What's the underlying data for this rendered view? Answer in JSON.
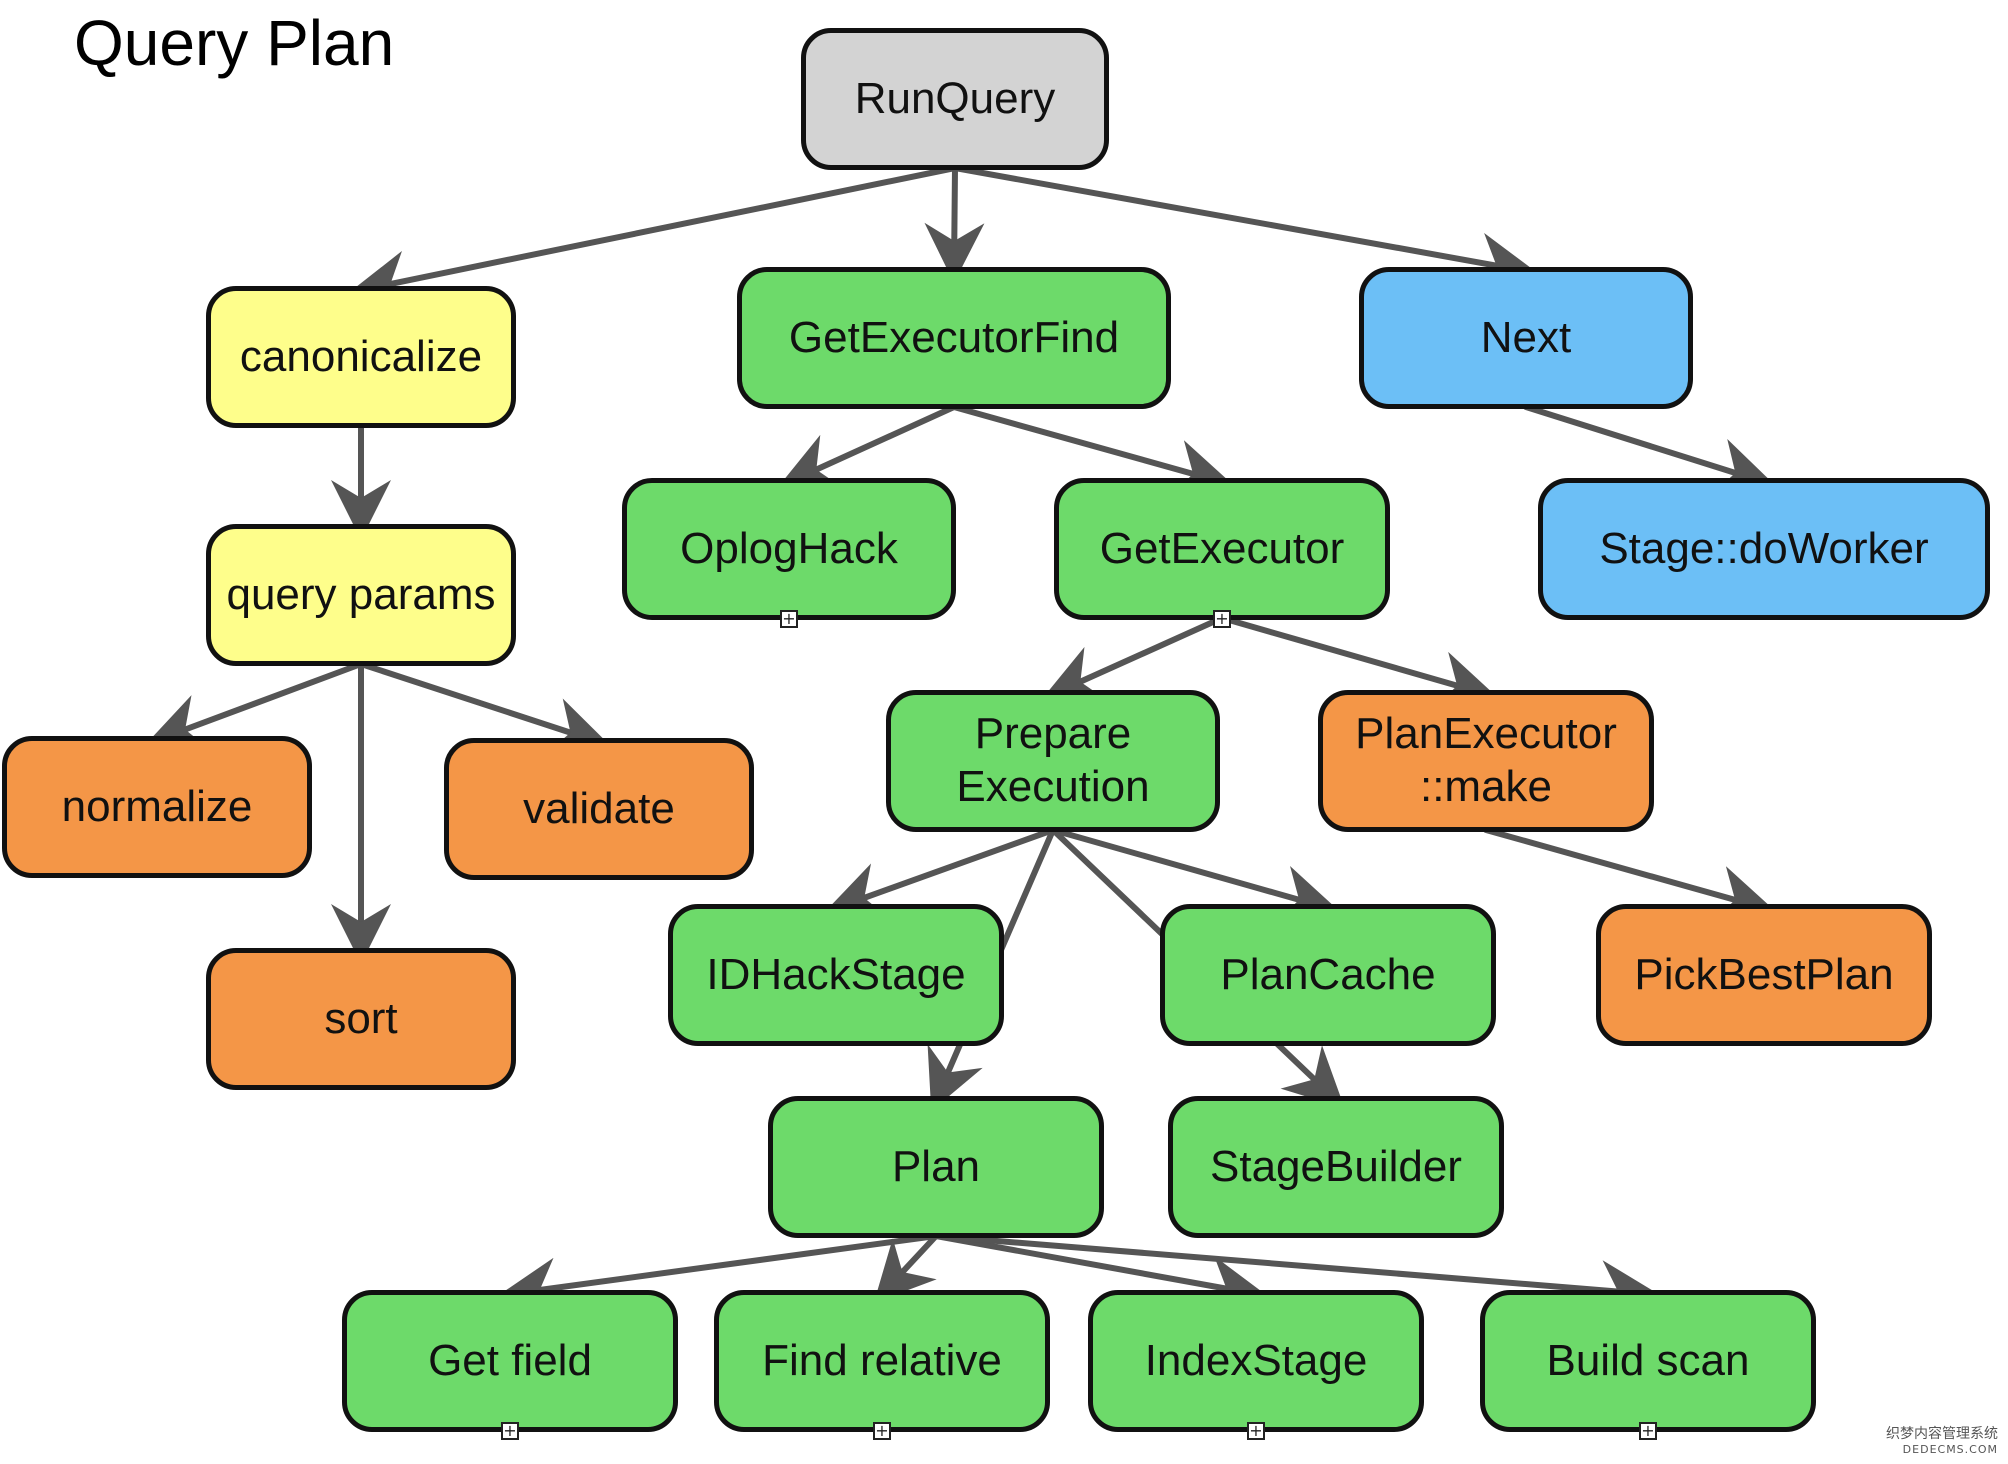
{
  "title": "Query Plan",
  "colors": {
    "gray": "#d3d3d3",
    "yellow": "#fefe8b",
    "green": "#6dda6a",
    "blue": "#6cbff6",
    "orange": "#f49647",
    "edge": "#555555"
  },
  "nodes": {
    "runquery": {
      "label": "RunQuery",
      "color": "gray"
    },
    "canonicalize": {
      "label": "canonicalize",
      "color": "yellow"
    },
    "getexecutorfind": {
      "label": "GetExecutorFind",
      "color": "green"
    },
    "next": {
      "label": "Next",
      "color": "blue"
    },
    "queryparams": {
      "label": "query params",
      "color": "yellow"
    },
    "oploghack": {
      "label": "OplogHack",
      "color": "green",
      "expandable": true
    },
    "getexecutor": {
      "label": "GetExecutor",
      "color": "green",
      "expandable": true
    },
    "stagedoworker": {
      "label": "Stage::doWorker",
      "color": "blue"
    },
    "normalize": {
      "label": "normalize",
      "color": "orange"
    },
    "validate": {
      "label": "validate",
      "color": "orange"
    },
    "prepareexecution": {
      "label": "Prepare\nExecution",
      "color": "green"
    },
    "planexecutormake": {
      "label": "PlanExecutor\n::make",
      "color": "orange"
    },
    "sort": {
      "label": "sort",
      "color": "orange"
    },
    "idhackstage": {
      "label": "IDHackStage",
      "color": "green"
    },
    "plancache": {
      "label": "PlanCache",
      "color": "green"
    },
    "pickbestplan": {
      "label": "PickBestPlan",
      "color": "orange"
    },
    "plan": {
      "label": "Plan",
      "color": "green"
    },
    "stagebuilder": {
      "label": "StageBuilder",
      "color": "green"
    },
    "getfield": {
      "label": "Get field",
      "color": "green",
      "expandable": true
    },
    "findrelative": {
      "label": "Find relative",
      "color": "green",
      "expandable": true
    },
    "indexstage": {
      "label": "IndexStage",
      "color": "green",
      "expandable": true
    },
    "buildscan": {
      "label": "Build scan",
      "color": "green",
      "expandable": true
    }
  },
  "edges": [
    [
      "runquery",
      "canonicalize"
    ],
    [
      "runquery",
      "getexecutorfind"
    ],
    [
      "runquery",
      "next"
    ],
    [
      "canonicalize",
      "queryparams"
    ],
    [
      "queryparams",
      "normalize"
    ],
    [
      "queryparams",
      "sort"
    ],
    [
      "queryparams",
      "validate"
    ],
    [
      "getexecutorfind",
      "oploghack"
    ],
    [
      "getexecutorfind",
      "getexecutor"
    ],
    [
      "next",
      "stagedoworker"
    ],
    [
      "getexecutor",
      "prepareexecution"
    ],
    [
      "getexecutor",
      "planexecutormake"
    ],
    [
      "prepareexecution",
      "idhackstage"
    ],
    [
      "prepareexecution",
      "plan"
    ],
    [
      "prepareexecution",
      "stagebuilder"
    ],
    [
      "prepareexecution",
      "plancache"
    ],
    [
      "planexecutormake",
      "pickbestplan"
    ],
    [
      "plan",
      "getfield"
    ],
    [
      "plan",
      "findrelative"
    ],
    [
      "plan",
      "indexstage"
    ],
    [
      "plan",
      "buildscan"
    ]
  ],
  "expander_symbol": "+",
  "watermark": {
    "line1": "织梦内容管理系统",
    "line2": "DEDECMS.COM"
  }
}
